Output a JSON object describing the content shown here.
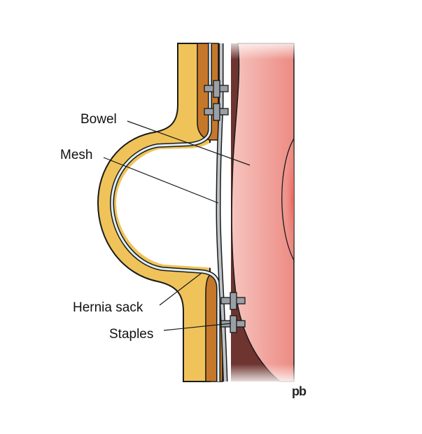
{
  "labels": {
    "bowel": "Bowel",
    "mesh": "Mesh",
    "hernia_sack": "Hernia sack",
    "staples": "Staples"
  },
  "signature": "pb",
  "colors": {
    "bowel": "#f0a8a2",
    "bowel_core": "#ec7d74",
    "muscle_dark": "#6e3430",
    "fat_layer": "#efc35a",
    "fascia_layer": "#c6782a",
    "mesh": "#bfc4c8",
    "staple": "#9aa0a6",
    "outline": "#1a1a1a"
  }
}
